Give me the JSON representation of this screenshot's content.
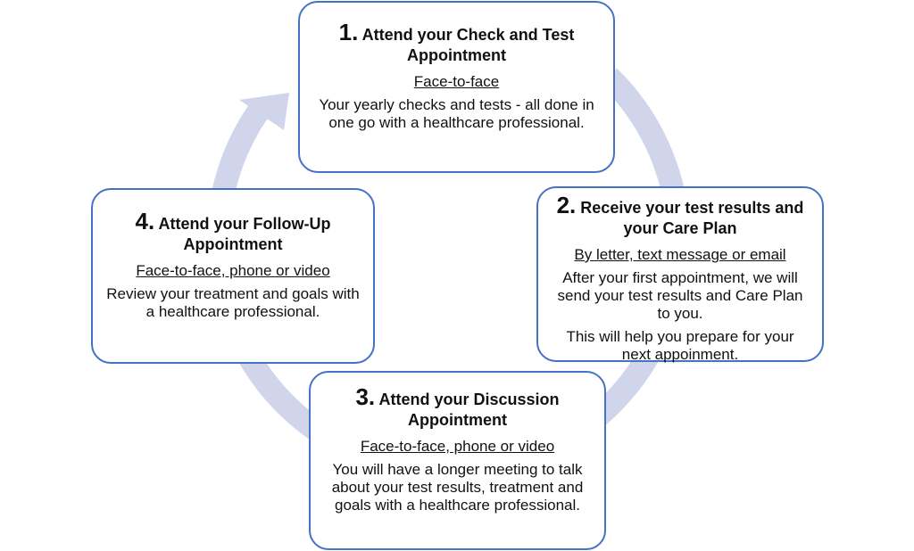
{
  "steps": [
    {
      "number": "1.",
      "title": "Attend your Check and Test Appointment",
      "mode": "Face-to-face",
      "description": "Your yearly checks and tests - all done in one go with a healthcare professional."
    },
    {
      "number": "2.",
      "title": "Receive your test results and your Care Plan",
      "mode": "By letter, text message or email",
      "description": "After your first appointment, we will send your test results and Care Plan to you.",
      "description_2": "This will help you prepare for your next appoinment."
    },
    {
      "number": "3.",
      "title": "Attend your Discussion Appointment",
      "mode": "Face-to-face, phone or video",
      "description": "You will have a longer meeting to talk about your test results, treatment and goals with a healthcare professional."
    },
    {
      "number": "4.",
      "title": "Attend your Follow-Up Appointment",
      "mode": "Face-to-face, phone or video",
      "description": "Review your treatment and goals with a healthcare professional."
    }
  ],
  "colors": {
    "cycle_arrow": "#d0d5ec",
    "box_border": "#4472c4"
  }
}
